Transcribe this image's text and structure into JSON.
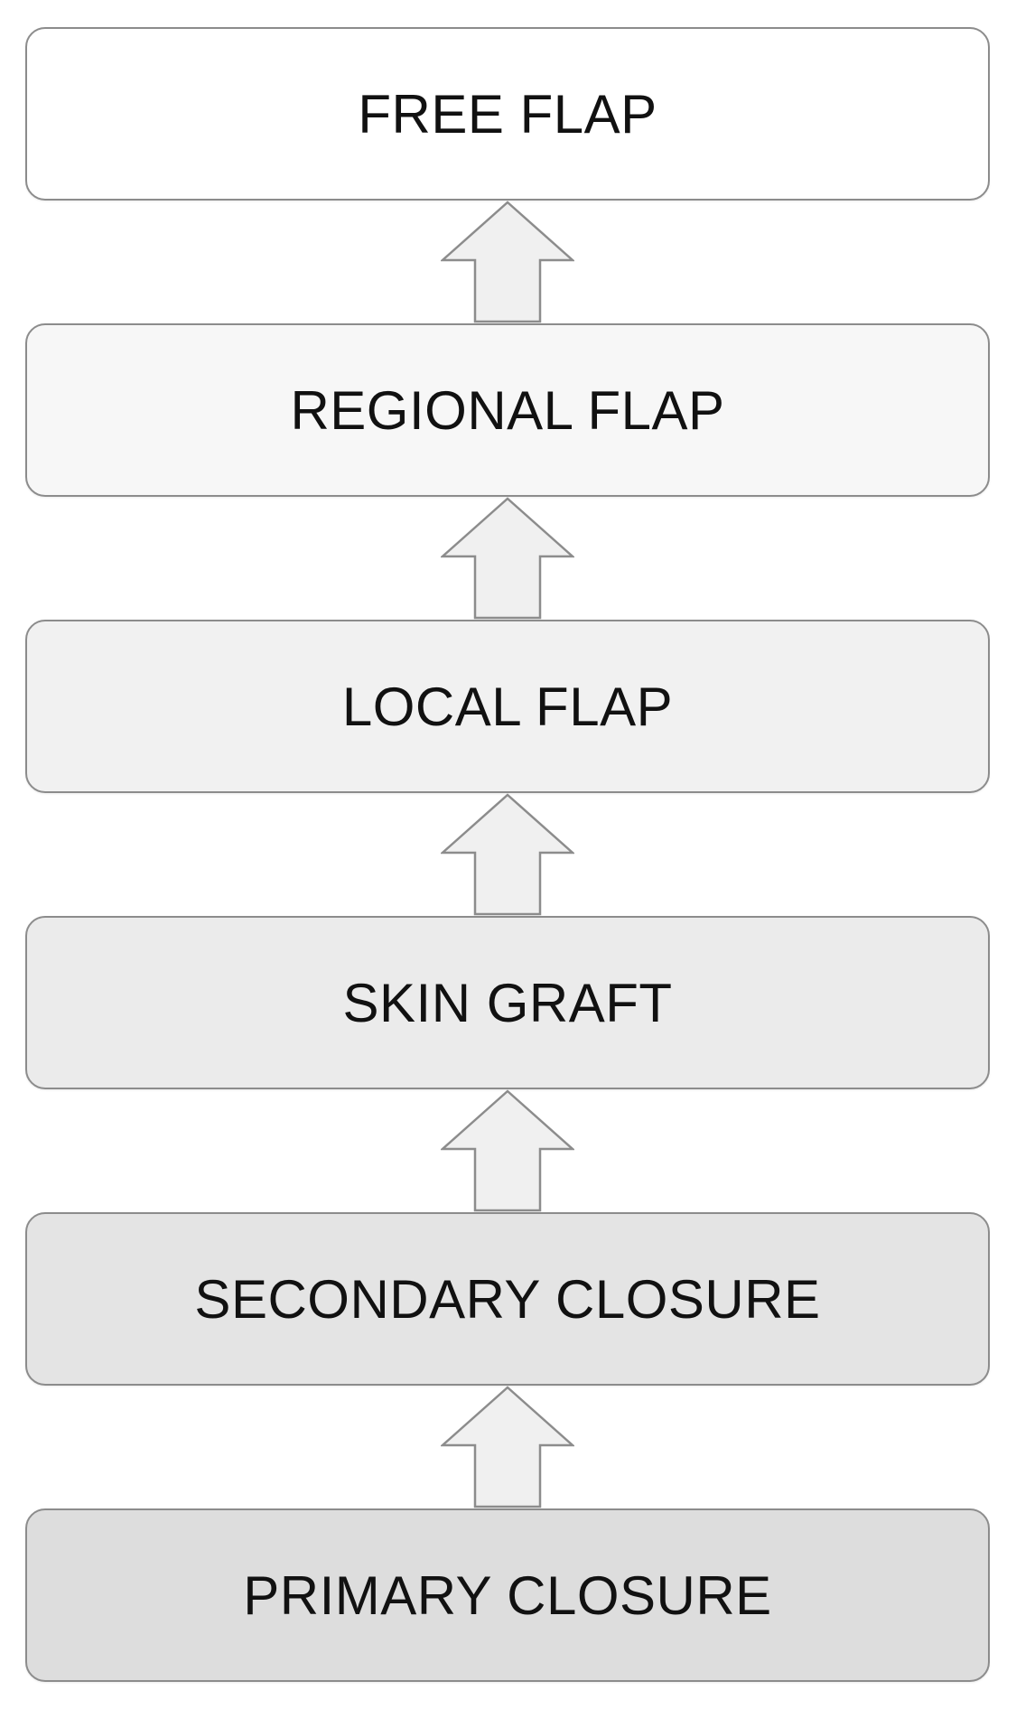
{
  "diagram": {
    "steps_top_to_bottom": [
      {
        "label": "FREE FLAP",
        "fill": "#ffffff"
      },
      {
        "label": "REGIONAL FLAP",
        "fill": "#f7f7f7"
      },
      {
        "label": "LOCAL FLAP",
        "fill": "#f1f1f1"
      },
      {
        "label": "SKIN GRAFT",
        "fill": "#ebebeb"
      },
      {
        "label": "SECONDARY CLOSURE",
        "fill": "#e4e4e4"
      },
      {
        "label": "PRIMARY CLOSURE",
        "fill": "#dddddd"
      }
    ],
    "arrow_direction": "up",
    "arrow_fill": "#f0f0f0",
    "border_color": "#8c8c8c"
  }
}
